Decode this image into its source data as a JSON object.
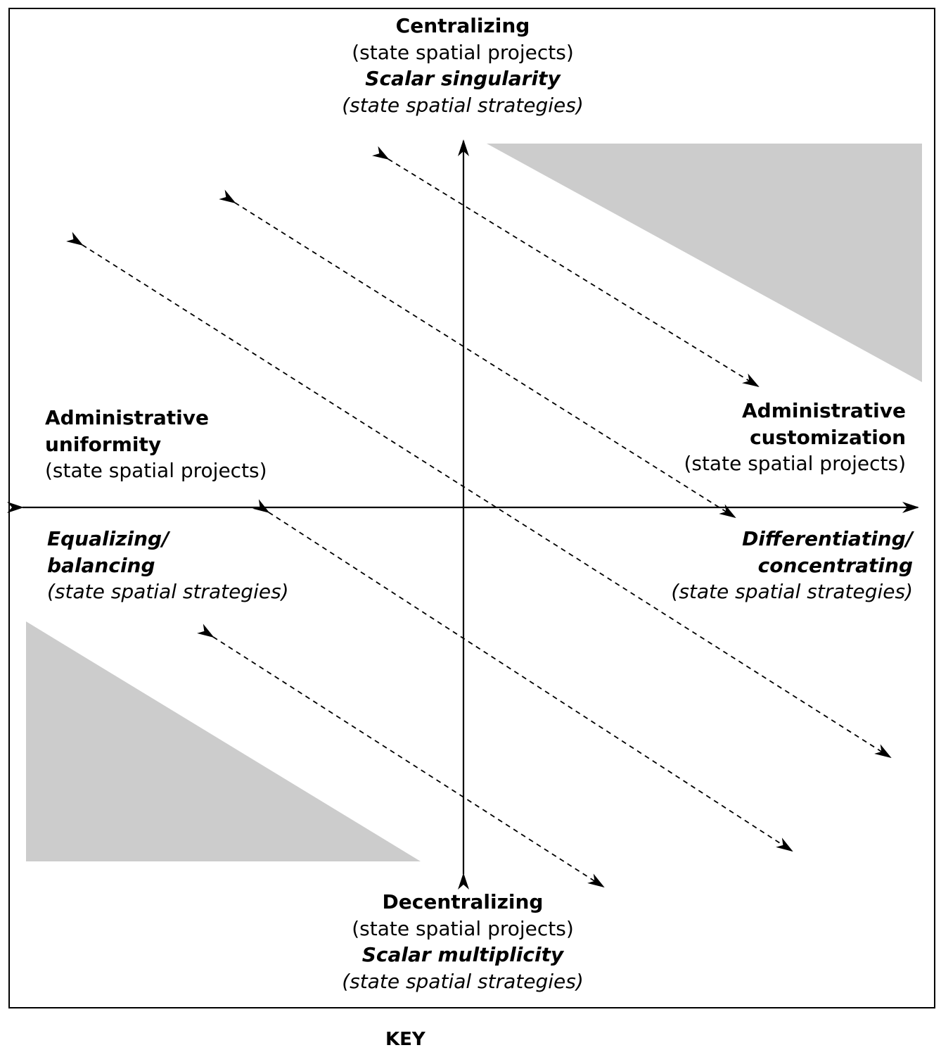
{
  "top": {
    "title": "Centralizing",
    "subtitle1": "(state spatial projects)",
    "title2": "Scalar singularity",
    "subtitle2": "(state spatial strategies)"
  },
  "bottom": {
    "title": "Decentralizing",
    "subtitle1": "(state spatial projects)",
    "title2": "Scalar multiplicity",
    "subtitle2": "(state spatial strategies)"
  },
  "left_projects": {
    "line1": "Administrative",
    "line2": "uniformity",
    "line3": "(state spatial projects)"
  },
  "left_strategies": {
    "line1": "Equalizing/",
    "line2": "balancing",
    "line3": "(state spatial strategies)"
  },
  "right_projects": {
    "line1": "Administrative",
    "line2": "customization",
    "line3": "(state spatial projects)"
  },
  "right_strategies": {
    "line1": "Differentiating/",
    "line2": "concentrating",
    "line3": "(state spatial strategies)"
  },
  "key_label": "KEY",
  "colors": {
    "shade": "#cccccc",
    "line": "#000000"
  }
}
